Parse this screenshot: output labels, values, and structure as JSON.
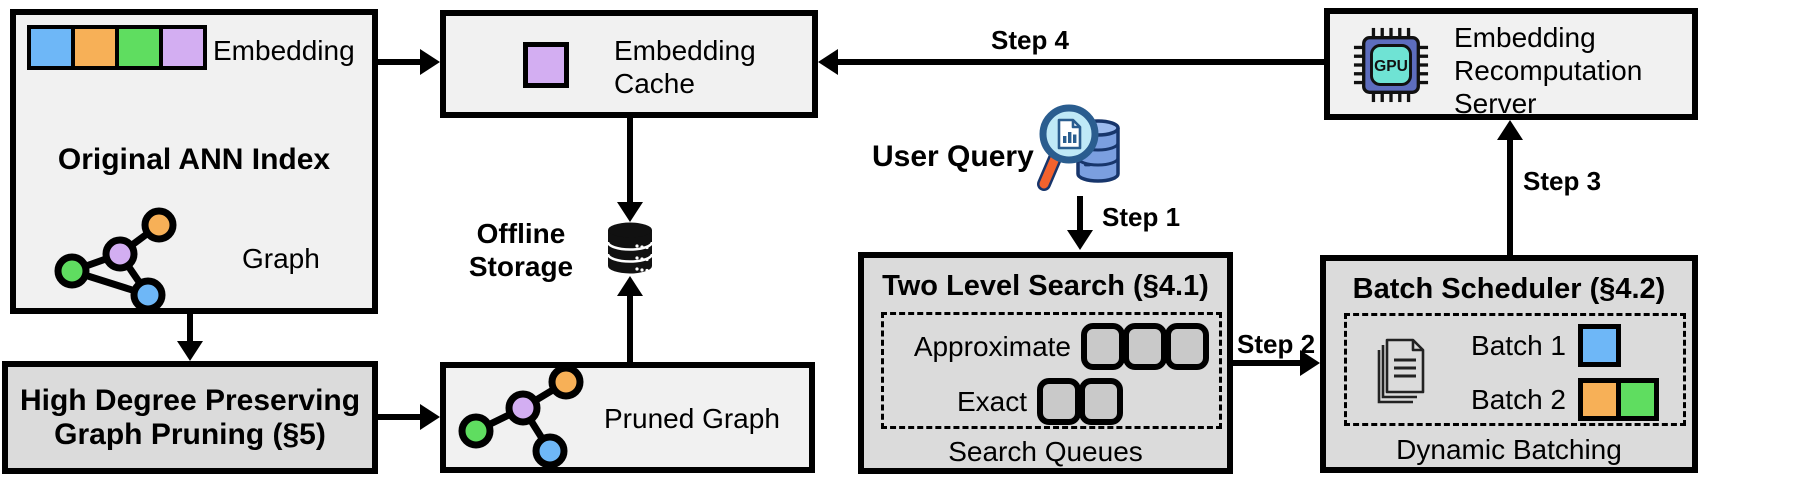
{
  "boxes": {
    "original_ann_index": {
      "title": "Original ANN Index",
      "embedding_label": "Embedding",
      "graph_label": "Graph",
      "embedding_colors": [
        "blue",
        "orange",
        "green",
        "purple"
      ]
    },
    "high_degree_pruning": {
      "title_line1": "High Degree Preserving",
      "title_line2": "Graph Pruning (§5)"
    },
    "embedding_cache": {
      "label_line1": "Embedding",
      "label_line2": "Cache"
    },
    "offline_storage": {
      "label_line1": "Offline",
      "label_line2": "Storage"
    },
    "pruned_graph": {
      "label": "Pruned Graph"
    },
    "user_query": {
      "label": "User Query"
    },
    "two_level_search": {
      "title": "Two Level Search (§4.1)",
      "row1_label": "Approximate",
      "row2_label": "Exact",
      "approximate_queue_count": 3,
      "exact_queue_count": 2,
      "caption": "Search Queues"
    },
    "batch_scheduler": {
      "title": "Batch Scheduler (§4.2)",
      "batch1_label": "Batch 1",
      "batch2_label": "Batch 2",
      "batch1_colors": [
        "blue"
      ],
      "batch2_colors": [
        "orange",
        "green"
      ],
      "caption": "Dynamic Batching"
    },
    "recomputation_server": {
      "label_line1": "Embedding",
      "label_line2": "Recomputation",
      "label_line3": "Server",
      "gpu_chip_text": "GPU"
    }
  },
  "steps": {
    "step1": "Step 1",
    "step2": "Step 2",
    "step3": "Step 3",
    "step4": "Step 4"
  },
  "colors": {
    "node_blue": "#6eb7f7",
    "node_orange": "#f7b057",
    "node_green": "#5fdd60",
    "node_purple": "#d3aef2",
    "light_box": "#f1f1f1",
    "dark_box": "#dbdbdb",
    "queue_square": "#c9c9c9",
    "gpu_chip": "#5d6dbe",
    "gpu_inner": "#6fe3d4",
    "magnifier_handle": "#f2622e",
    "query_db_fill": "#7b9fe0"
  }
}
